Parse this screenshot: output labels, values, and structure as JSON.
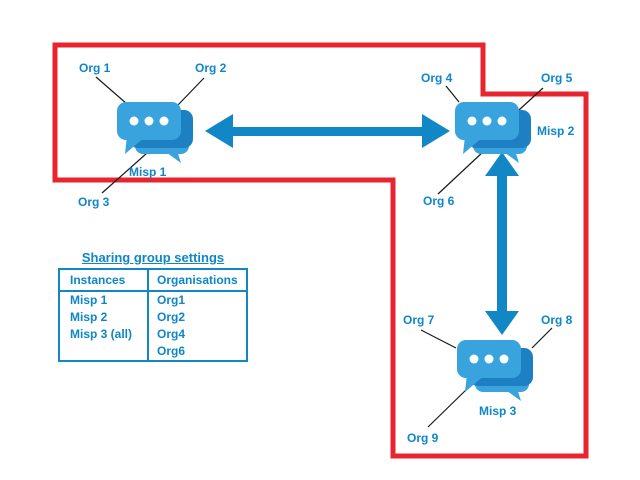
{
  "diagram": {
    "org_labels": {
      "org1": "Org 1",
      "org2": "Org 2",
      "org3": "Org 3",
      "org4": "Org 4",
      "org5": "Org 5",
      "org6": "Org 6",
      "org7": "Org 7",
      "org8": "Org 8",
      "org9": "Org 9"
    },
    "instance_labels": {
      "misp1": "Misp 1",
      "misp2": "Misp 2",
      "misp3": "Misp 3"
    },
    "colors": {
      "boundary_red": "#e8242e",
      "arrow_blue": "#1287c6",
      "text_blue": "#0e86c7",
      "icon_light_blue": "#38a3dc",
      "icon_dark_blue": "#1d80c2",
      "connector_black": "#1a1a1a"
    }
  },
  "table": {
    "title": "Sharing group settings",
    "headers": [
      "Instances",
      "Organisations"
    ],
    "rows": [
      [
        "Misp 1",
        "Org1"
      ],
      [
        "Misp 2",
        "Org2"
      ],
      [
        "Misp 3 (all)",
        "Org4"
      ],
      [
        "",
        "Org6"
      ]
    ]
  }
}
